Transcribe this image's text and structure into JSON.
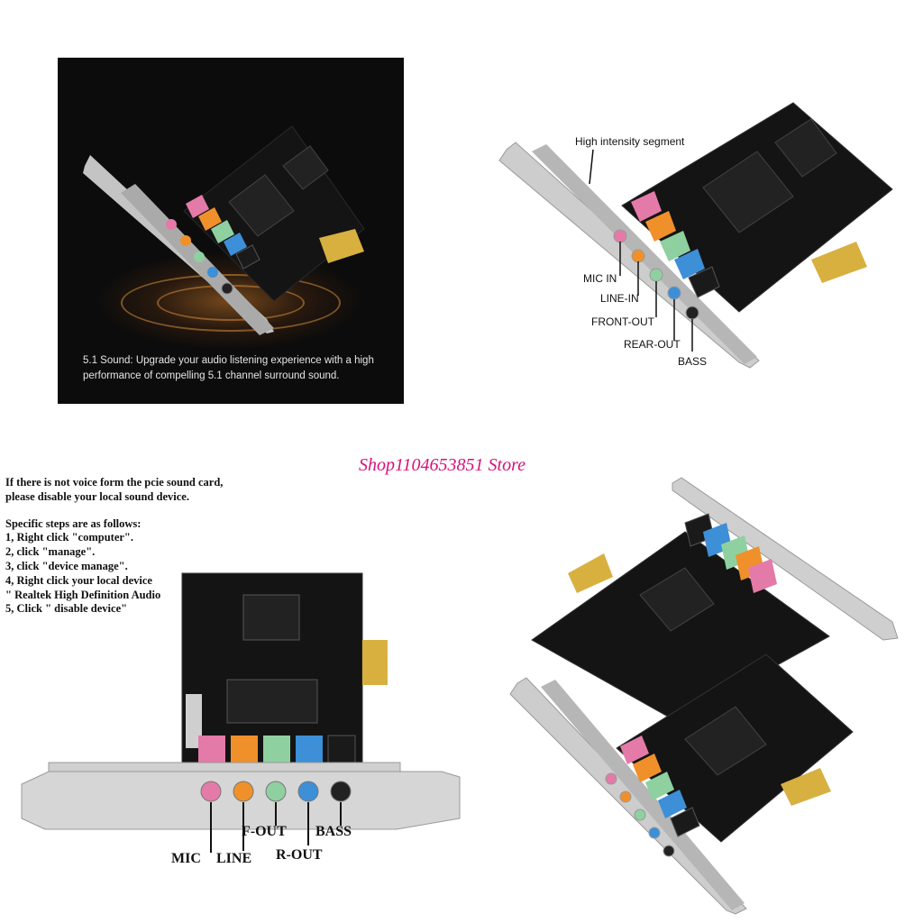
{
  "top_left_panel": {
    "caption_line1": "5.1 Sound: Upgrade your audio listening experience with a high",
    "caption_line2": "performance of compelling 5.1 channel surround sound."
  },
  "top_right_panel": {
    "segment_label": "High intensity segment",
    "ports": [
      "MIC IN",
      "LINE-IN",
      "FRONT-OUT",
      "REAR-OUT",
      "BASS"
    ]
  },
  "store_name": "Shop1104653851 Store",
  "instructions": {
    "line1": "If there is not voice form the pcie sound card,",
    "line2": "please disable your local sound device.",
    "line3": "Specific steps are as follows:",
    "line4": "1, Right click \"computer\".",
    "line5": "2, click \"manage\".",
    "line6": "3, click \"device manage\".",
    "line7": "4, Right click your local device",
    "line8": "\" Realtek High Definition Audio",
    "line9": "5, Click \" disable device\""
  },
  "bottom_left_ports": {
    "mic": "MIC",
    "line": "LINE",
    "fout": "F-OUT",
    "rout": "R-OUT",
    "bass": "BASS"
  },
  "colors": {
    "pink": "#e47aa8",
    "orange": "#f0902a",
    "green": "#8fd0a0",
    "blue": "#3d8fd8",
    "black": "#1a1a1a",
    "pcb": "#161616",
    "bracket": "#c9c9c9",
    "gold": "#d8b040",
    "store": "#d6127a"
  }
}
